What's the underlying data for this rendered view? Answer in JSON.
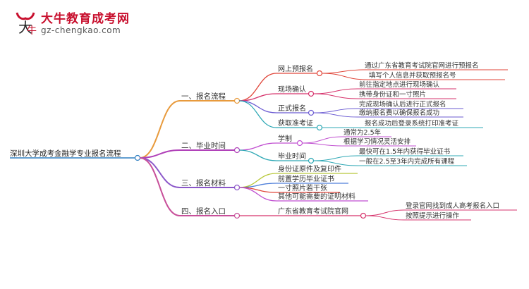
{
  "brand": {
    "name": "大牛教育成考网",
    "url": "gz-chengkao.com",
    "colors": {
      "primary": "#c8102e",
      "url_text": "#555555"
    }
  },
  "mindmap": {
    "root": "深圳大学成考金融学专业报名流程",
    "branches": [
      {
        "label": "一、报名流程",
        "color": "#e89a3c",
        "children": [
          {
            "label": "网上预报名",
            "color": "#e0463a",
            "children": [
              "通过广东省教育考试院官网进行预报名",
              "填写个人信息并获取预报名号"
            ]
          },
          {
            "label": "现场确认",
            "color": "#d6336c",
            "children": [
              "前往指定地点进行现场确认",
              "携带身份证和一寸照片"
            ]
          },
          {
            "label": "正式报名",
            "color": "#6b5bd2",
            "children": [
              "完成现场确认后进行正式报名",
              "缴纳报名费以确保报名成功"
            ]
          },
          {
            "label": "获取准考证",
            "color": "#2fa8b5",
            "children": [
              "报名成功后登录系统打印准考证"
            ]
          }
        ]
      },
      {
        "label": "二、毕业时间",
        "color": "#b040b8",
        "children": [
          {
            "label": "学制",
            "color": "#c04fd0",
            "children": [
              "通常为2.5年",
              "根据学习情况灵活安排"
            ]
          },
          {
            "label": "毕业时间",
            "color": "#2fa8b5",
            "children": [
              "最快可在1.5年内获得毕业证书",
              "一般在2.5至3年内完成所有课程"
            ]
          }
        ]
      },
      {
        "label": "三、报名材料",
        "color": "#8a56c9",
        "children": [
          {
            "label": "身份证原件及复印件",
            "color": "#b8c83a",
            "children": []
          },
          {
            "label": "前置学历毕业证书",
            "color": "#4f7fd9",
            "children": []
          },
          {
            "label": "一寸照片若干张",
            "color": "#e0463a",
            "children": []
          },
          {
            "label": "其他可能需要的证明材料",
            "color": "#c04fd0",
            "children": []
          }
        ]
      },
      {
        "label": "四、报名入口",
        "color": "#c8509a",
        "children": [
          {
            "label": "广东省教育考试院官网",
            "color": "#d6336c",
            "children": [
              "登录官网找到成人高考报名入口",
              "按照提示进行操作"
            ]
          }
        ]
      }
    ]
  }
}
